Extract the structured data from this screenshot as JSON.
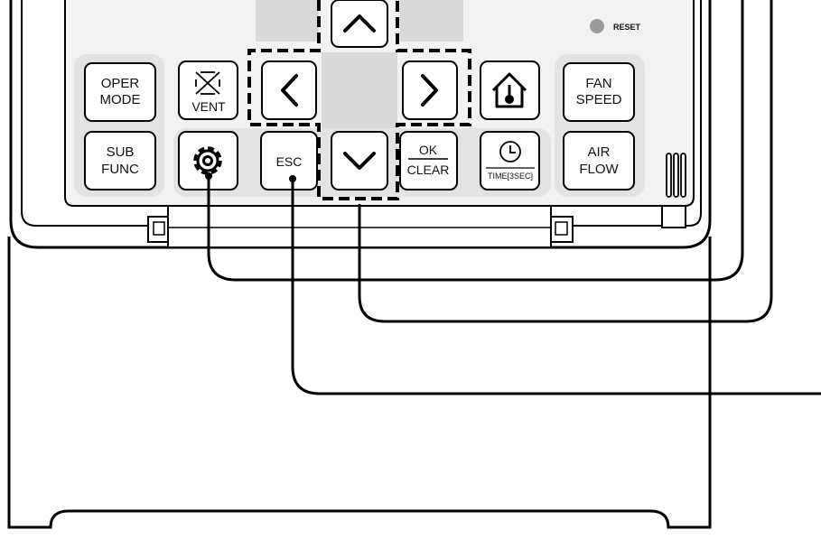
{
  "buttons": {
    "oper_mode": {
      "line1": "OPER",
      "line2": "MODE"
    },
    "sub_func": {
      "line1": "SUB",
      "line2": "FUNC"
    },
    "vent": {
      "label": "VENT"
    },
    "esc": {
      "label": "ESC"
    },
    "ok_clear": {
      "line1": "OK",
      "line2": "CLEAR"
    },
    "time": {
      "label": "TIME[3SEC]"
    },
    "fan_speed": {
      "line1": "FAN",
      "line2": "SPEED"
    },
    "air_flow": {
      "line1": "AIR",
      "line2": "FLOW"
    }
  },
  "reset": {
    "label": "RESET"
  },
  "icons": [
    "chevron-up-icon",
    "chevron-down-icon",
    "chevron-left-icon",
    "chevron-right-icon",
    "gear-icon",
    "vent-icon",
    "home-thermometer-icon",
    "clock-icon"
  ]
}
